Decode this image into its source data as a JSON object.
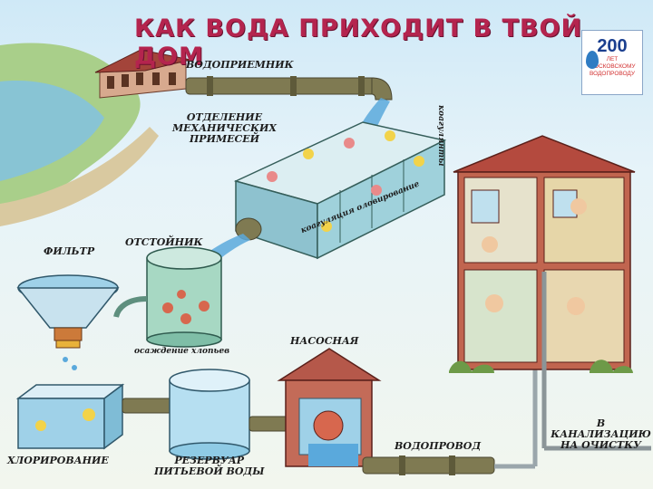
{
  "title": "КАК ВОДА ПРИХОДИТ В ТВОЙ ДОМ",
  "badge": {
    "number": "200",
    "line1": "лет",
    "line2": "московскому",
    "line3": "водопроводу"
  },
  "labels": {
    "intake": "ВОДОПРИЕМНИК",
    "mechanical": [
      "ОТДЕЛЕНИЕ",
      "МЕХАНИЧЕСКИХ",
      "ПРИМЕСЕЙ"
    ],
    "flocculants": "коагулянты",
    "coagulation": "коагуляция оловирование",
    "settling_tank": "ОТСТОЙНИК",
    "filter": "ФИЛЬТР",
    "flakes": "осаждение хлопьев",
    "pump_station": "НАСОСНАЯ",
    "chlorination": "ХЛОРИРОВАНИЕ",
    "reservoir": [
      "РЕЗЕРВУАР",
      "ПИТЬЕВОЙ ВОДЫ"
    ],
    "water_main": "ВОДОПРОВОД",
    "sewer": [
      "В КАНАЛИЗАЦИЮ",
      "НА ОЧИСТКУ"
    ]
  },
  "colors": {
    "water": "#5aa9dc",
    "pipe": "#7f7a52",
    "brick": "#b5584a",
    "title": "#b4244e",
    "grass": "#6d9a48"
  }
}
